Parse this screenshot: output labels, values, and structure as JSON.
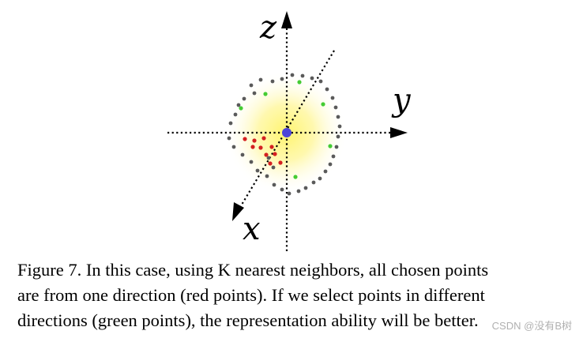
{
  "diagram": {
    "axes": {
      "z_label": "z",
      "y_label": "y",
      "x_label": "x"
    },
    "colors": {
      "axis": "#000000",
      "gray_point": "#5a5a5a",
      "red_point": "#d42020",
      "green_point": "#44cc33",
      "center_point": "#4b44d8",
      "glow": "#fff36a"
    }
  },
  "caption": {
    "lines": [
      "Figure 7. In this case, using K nearest neighbors, all chosen points",
      "are from one direction (red points). If we select points in different",
      "directions (green points), the representation ability will be better."
    ]
  },
  "watermark": {
    "text": "CSDN @没有B树"
  }
}
